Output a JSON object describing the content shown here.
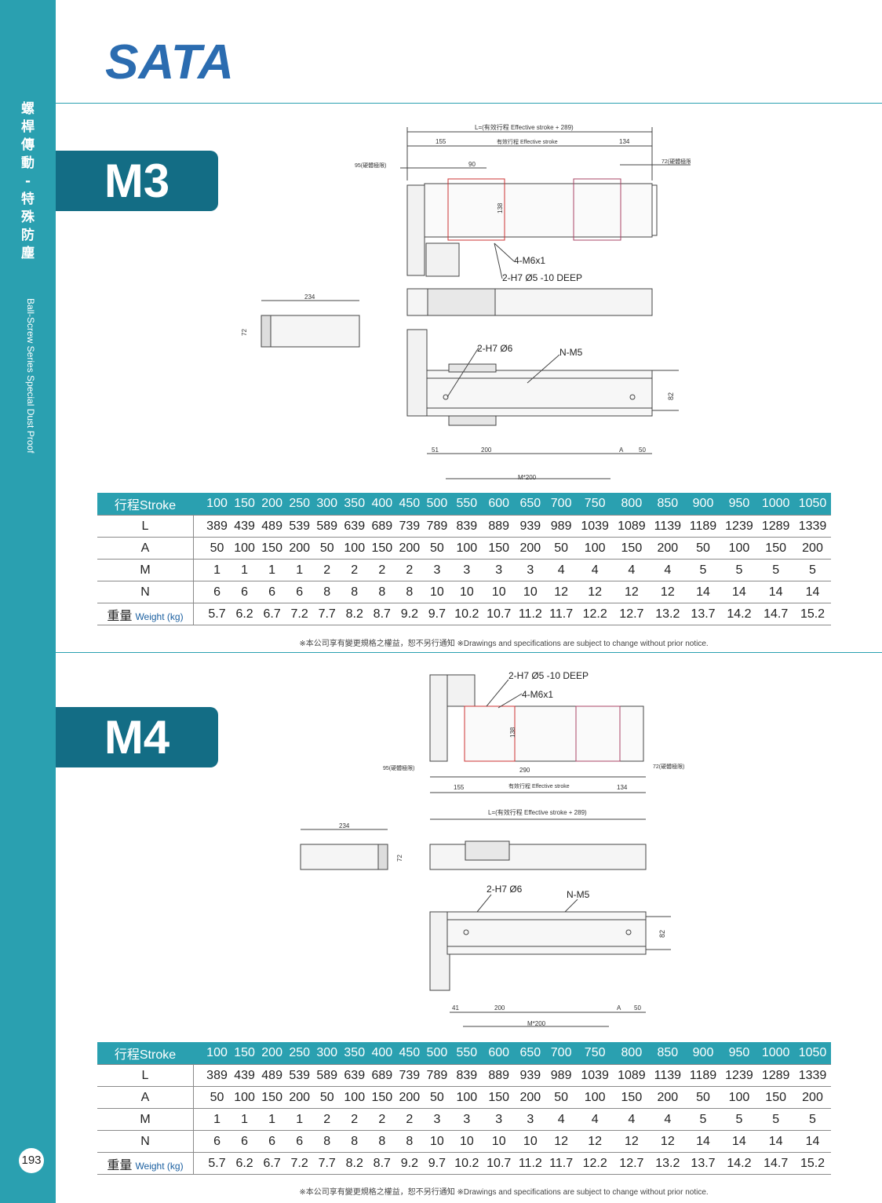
{
  "sidebar": {
    "zh_title": "螺桿傳動-特殊防塵",
    "en_title": "Ball-Screw Series Special Dust Proof",
    "page_number": "193"
  },
  "brand": {
    "logo_text": "SATA",
    "color": "#2b6cb0"
  },
  "sections": [
    {
      "model": "M3",
      "drawing": {
        "top_L": "L=(有效行程 Effective stroke + 289)",
        "top_155": "155",
        "top_eff": "有效行程 Effective stroke",
        "top_134": "134",
        "limit_95": "95(硬體極限)",
        "limit_72": "72(硬體極限)",
        "dim_90": "90",
        "dim_138": "138",
        "hole_m6": "4-M6x1",
        "hole_h7_5": "2-H7 Ø5 -10 DEEP",
        "side_234": "234",
        "side_72": "72",
        "hole_h7_6": "2-H7 Ø6",
        "hole_nm5": "N-M5",
        "dim_82": "82",
        "dim_51": "51",
        "dim_200": "200",
        "dim_A": "A",
        "dim_50": "50",
        "dim_M200": "M*200"
      },
      "table": {
        "header_label": "行程Stroke",
        "strokes": [
          "100",
          "150",
          "200",
          "250",
          "300",
          "350",
          "400",
          "450",
          "500",
          "550",
          "600",
          "650",
          "700",
          "750",
          "800",
          "850",
          "900",
          "950",
          "1000",
          "1050"
        ],
        "rows": [
          {
            "label": "L",
            "values": [
              "389",
              "439",
              "489",
              "539",
              "589",
              "639",
              "689",
              "739",
              "789",
              "839",
              "889",
              "939",
              "989",
              "1039",
              "1089",
              "1139",
              "1189",
              "1239",
              "1289",
              "1339"
            ]
          },
          {
            "label": "A",
            "values": [
              "50",
              "100",
              "150",
              "200",
              "50",
              "100",
              "150",
              "200",
              "50",
              "100",
              "150",
              "200",
              "50",
              "100",
              "150",
              "200",
              "50",
              "100",
              "150",
              "200"
            ]
          },
          {
            "label": "M",
            "values": [
              "1",
              "1",
              "1",
              "1",
              "2",
              "2",
              "2",
              "2",
              "3",
              "3",
              "3",
              "3",
              "4",
              "4",
              "4",
              "4",
              "5",
              "5",
              "5",
              "5"
            ]
          },
          {
            "label": "N",
            "values": [
              "6",
              "6",
              "6",
              "6",
              "8",
              "8",
              "8",
              "8",
              "10",
              "10",
              "10",
              "10",
              "12",
              "12",
              "12",
              "12",
              "14",
              "14",
              "14",
              "14"
            ]
          },
          {
            "label": "重量",
            "label_en": "Weight (kg)",
            "values": [
              "5.7",
              "6.2",
              "6.7",
              "7.2",
              "7.7",
              "8.2",
              "8.7",
              "9.2",
              "9.7",
              "10.2",
              "10.7",
              "11.2",
              "11.7",
              "12.2",
              "12.7",
              "13.2",
              "13.7",
              "14.2",
              "14.7",
              "15.2"
            ]
          }
        ]
      },
      "note": "※本公司享有變更規格之權益，恕不另行通知 ※Drawings and specifications are subject to change without prior notice."
    },
    {
      "model": "M4",
      "drawing": {
        "top_L": "L=(有效行程 Effective stroke + 289)",
        "top_155": "155",
        "top_eff": "有效行程 Effective stroke",
        "top_134": "134",
        "limit_95": "95(硬體極限)",
        "limit_72": "72(硬體極限)",
        "dim_290": "290",
        "dim_138": "138",
        "hole_m6": "4-M6x1",
        "hole_h7_5": "2-H7 Ø5 -10 DEEP",
        "side_234": "234",
        "side_72": "72",
        "hole_h7_6": "2-H7 Ø6",
        "hole_nm5": "N-M5",
        "dim_82": "82",
        "dim_41": "41",
        "dim_200": "200",
        "dim_A": "A",
        "dim_50": "50",
        "dim_M200": "M*200"
      },
      "table": {
        "header_label": "行程Stroke",
        "strokes": [
          "100",
          "150",
          "200",
          "250",
          "300",
          "350",
          "400",
          "450",
          "500",
          "550",
          "600",
          "650",
          "700",
          "750",
          "800",
          "850",
          "900",
          "950",
          "1000",
          "1050"
        ],
        "rows": [
          {
            "label": "L",
            "values": [
              "389",
              "439",
              "489",
              "539",
              "589",
              "639",
              "689",
              "739",
              "789",
              "839",
              "889",
              "939",
              "989",
              "1039",
              "1089",
              "1139",
              "1189",
              "1239",
              "1289",
              "1339"
            ]
          },
          {
            "label": "A",
            "values": [
              "50",
              "100",
              "150",
              "200",
              "50",
              "100",
              "150",
              "200",
              "50",
              "100",
              "150",
              "200",
              "50",
              "100",
              "150",
              "200",
              "50",
              "100",
              "150",
              "200"
            ]
          },
          {
            "label": "M",
            "values": [
              "1",
              "1",
              "1",
              "1",
              "2",
              "2",
              "2",
              "2",
              "3",
              "3",
              "3",
              "3",
              "4",
              "4",
              "4",
              "4",
              "5",
              "5",
              "5",
              "5"
            ]
          },
          {
            "label": "N",
            "values": [
              "6",
              "6",
              "6",
              "6",
              "8",
              "8",
              "8",
              "8",
              "10",
              "10",
              "10",
              "10",
              "12",
              "12",
              "12",
              "12",
              "14",
              "14",
              "14",
              "14"
            ]
          },
          {
            "label": "重量",
            "label_en": "Weight (kg)",
            "values": [
              "5.7",
              "6.2",
              "6.7",
              "7.2",
              "7.7",
              "8.2",
              "8.7",
              "9.2",
              "9.7",
              "10.2",
              "10.7",
              "11.2",
              "11.7",
              "12.2",
              "12.7",
              "13.2",
              "13.7",
              "14.2",
              "14.7",
              "15.2"
            ]
          }
        ]
      },
      "note": "※本公司享有變更規格之權益，恕不另行通知 ※Drawings and specifications are subject to change without prior notice."
    }
  ]
}
